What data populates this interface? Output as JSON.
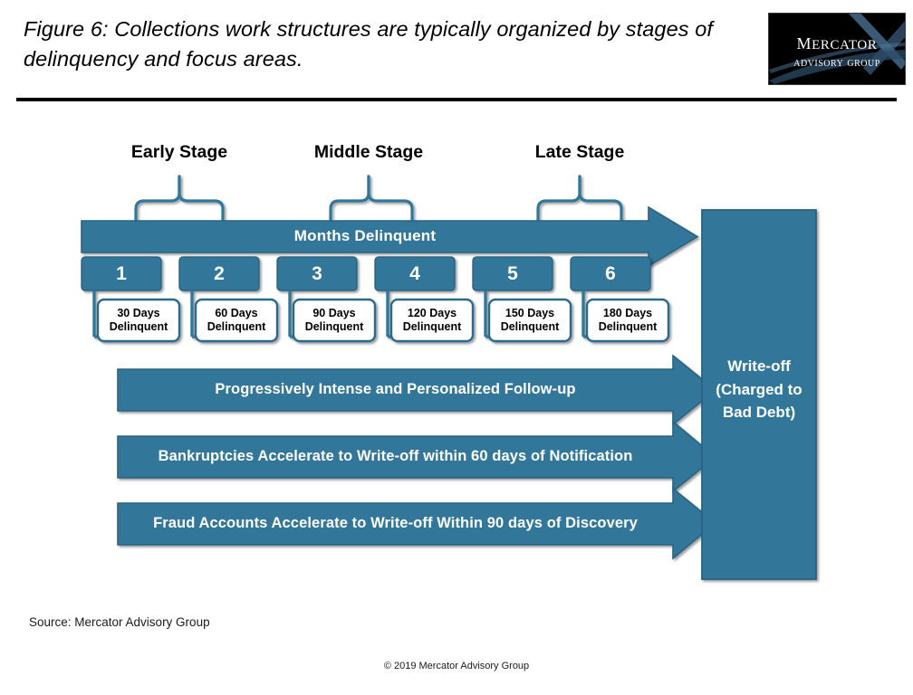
{
  "figure": {
    "title": "Figure 6: Collections work structures are typically  organized by stages of delinquency and focus areas."
  },
  "logo": {
    "line1": "MERCATOR",
    "line2": "ADVISORY GROUP",
    "alt": "mercator-advisory-group-logo"
  },
  "colors": {
    "accent_blue": "#32769a",
    "accent_blue_dark": "#2a6280",
    "shape_outline": "#2a6a8c",
    "white": "#ffffff",
    "black": "#000000",
    "logo_swoosh": "#6c93b5"
  },
  "stages": [
    {
      "label": "Early Stage",
      "name": "early-stage"
    },
    {
      "label": "Middle Stage",
      "name": "middle-stage"
    },
    {
      "label": "Late Stage",
      "name": "late-stage"
    }
  ],
  "timeline": {
    "bar_label": "Months Delinquent",
    "months": [
      "1",
      "2",
      "3",
      "4",
      "5",
      "6"
    ],
    "milestones": [
      {
        "days": "30 Days",
        "status": "Delinquent"
      },
      {
        "days": "60 Days",
        "status": "Delinquent"
      },
      {
        "days": "90 Days",
        "status": "Delinquent"
      },
      {
        "days": "120 Days",
        "status": "Delinquent"
      },
      {
        "days": "150 Days",
        "status": "Delinquent"
      },
      {
        "days": "180 Days",
        "status": "Delinquent"
      }
    ]
  },
  "flows": [
    {
      "label": "Progressively Intense and Personalized  Follow-up",
      "name": "flow-follow-up"
    },
    {
      "label": "Bankruptcies  Accelerate to Write-off  within 60 days of Notification",
      "name": "flow-bankruptcies"
    },
    {
      "label": "Fraud Accounts  Accelerate to Write-off  Within 90 days of Discovery",
      "name": "flow-fraud"
    }
  ],
  "outcome": {
    "line1": "Write-off",
    "line2": "(Charged to",
    "line3": "Bad Debt)"
  },
  "footer": {
    "source": "Source: Mercator Advisory Group",
    "copyright": "© 2019 Mercator Advisory Group"
  }
}
